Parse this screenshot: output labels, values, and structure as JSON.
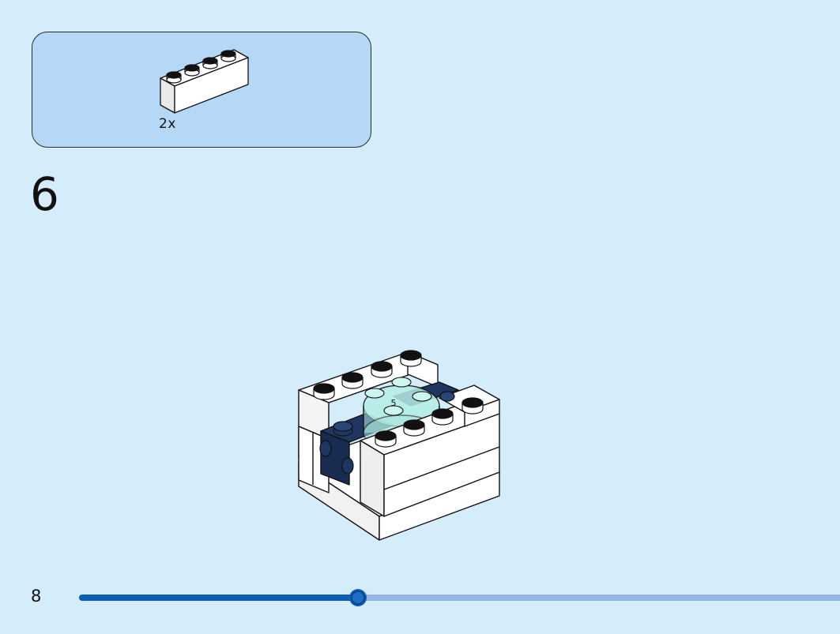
{
  "parts_list": {
    "items": [
      {
        "quantity": "2x",
        "icon": "white-1x4-brick-icon"
      }
    ]
  },
  "step": {
    "number": "6"
  },
  "footer": {
    "page_number": "8",
    "progress": 0.367
  },
  "colors": {
    "background": "#d5ecfb",
    "panel": "#b5d8f6",
    "progress_fill": "#0c5eb4",
    "progress_track": "#93b7e5",
    "brick_white": "#ffffff",
    "brick_dark_blue": "#1f3663",
    "brick_trans_light_blue": "#b6ece6"
  }
}
